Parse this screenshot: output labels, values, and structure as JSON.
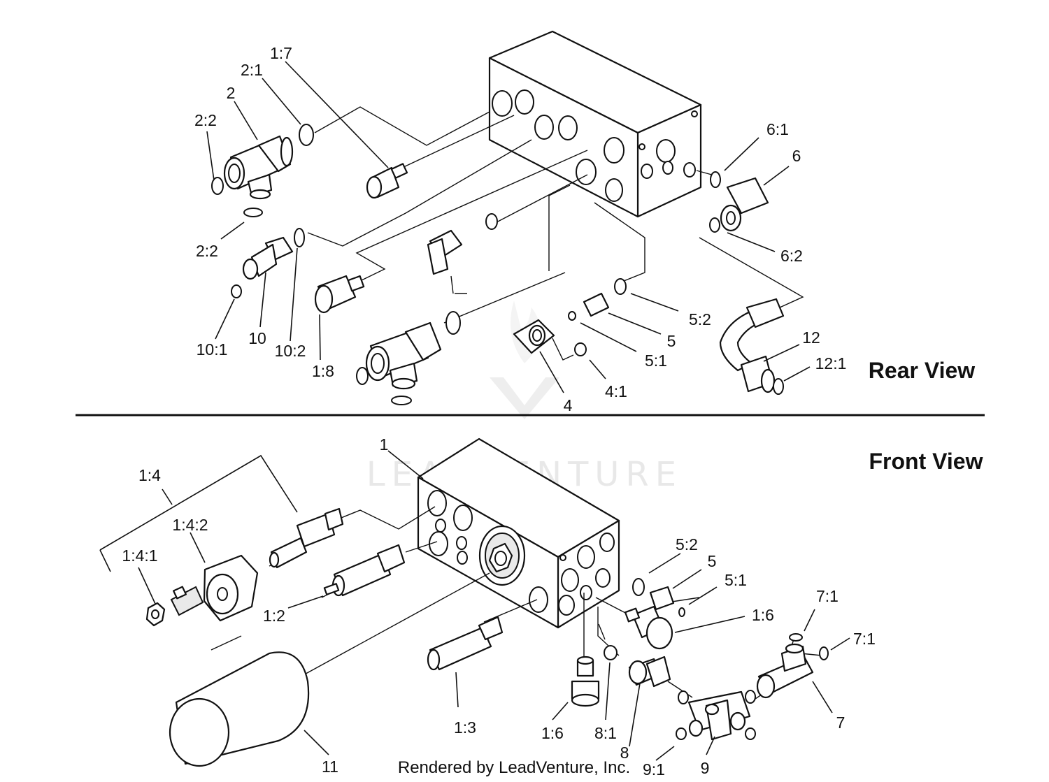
{
  "views": {
    "rear": "Rear View",
    "front": "Front View"
  },
  "footer": "Rendered by LeadVenture, Inc.",
  "watermark": "LEADVENTURE",
  "rear_labels": {
    "l_1_7": "1:7",
    "l_2_1": "2:1",
    "l_2": "2",
    "l_2_2_top": "2:2",
    "l_2_2_bottom": "2:2",
    "l_6_1": "6:1",
    "l_6": "6",
    "l_6_2": "6:2",
    "l_5_2": "5:2",
    "l_5": "5",
    "l_5_1": "5:1",
    "l_4": "4",
    "l_4_1": "4:1",
    "l_12": "12",
    "l_12_1": "12:1",
    "l_10_1": "10:1",
    "l_10": "10",
    "l_10_2": "10:2",
    "l_1_8": "1:8"
  },
  "front_labels": {
    "l_1": "1",
    "l_1_4": "1:4",
    "l_1_4_2": "1:4:2",
    "l_1_4_1": "1:4:1",
    "l_1_2": "1:2",
    "l_1_3": "1:3",
    "l_1_6_a": "1:6",
    "l_1_6_b": "1:6",
    "l_8_1": "8:1",
    "l_8": "8",
    "l_9_1": "9:1",
    "l_9": "9",
    "l_11": "11",
    "l_5_2": "5:2",
    "l_5": "5",
    "l_5_1": "5:1",
    "l_7_1_a": "7:1",
    "l_7_1_b": "7:1",
    "l_7": "7"
  }
}
